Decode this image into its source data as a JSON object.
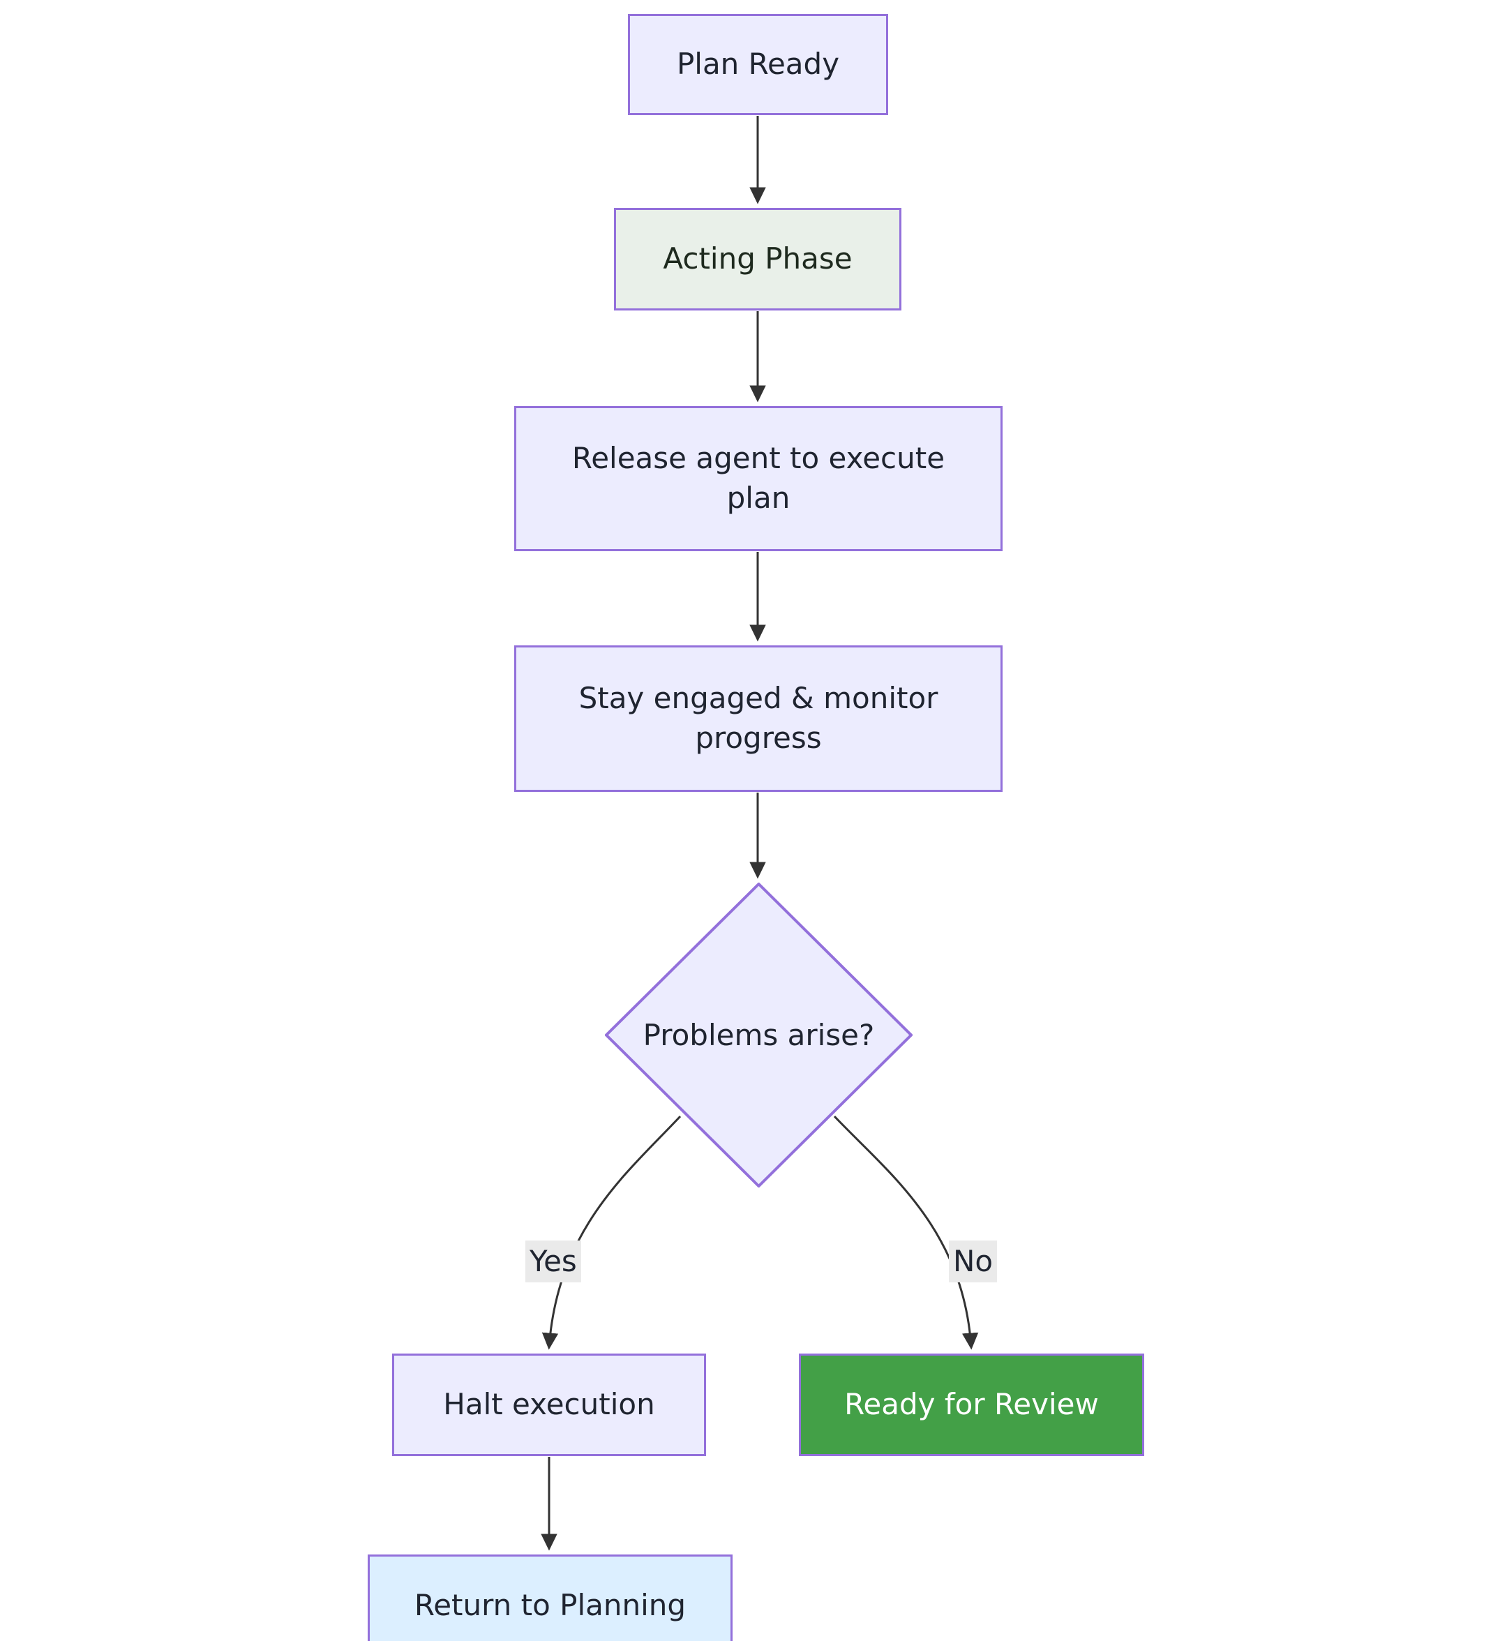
{
  "diagram": {
    "type": "flowchart",
    "direction": "top-down",
    "background_color": "#ffffff",
    "default_node_fill": "#ececfe",
    "default_node_border": "#9370DB",
    "edge_color": "#333333",
    "nodes": [
      {
        "id": "plan-ready",
        "label": "Plan Ready",
        "shape": "rectangle",
        "fill": "#ececfe",
        "border": "#9370DB",
        "text_color": "#1f2430"
      },
      {
        "id": "acting-phase",
        "label": "Acting Phase",
        "shape": "rectangle",
        "fill": "#e9f0e9",
        "border": "#9370DB",
        "text_color": "#1e2a1e"
      },
      {
        "id": "release-agent",
        "label": "Release agent to execute\nplan",
        "shape": "rectangle",
        "fill": "#ececfe",
        "border": "#9370DB",
        "text_color": "#1f2430"
      },
      {
        "id": "stay-engaged",
        "label": "Stay engaged & monitor\nprogress",
        "shape": "rectangle",
        "fill": "#ececfe",
        "border": "#9370DB",
        "text_color": "#1f2430"
      },
      {
        "id": "problems-arise",
        "label": "Problems arise?",
        "shape": "diamond",
        "fill": "#ececfe",
        "border": "#9370DB",
        "text_color": "#1f2430"
      },
      {
        "id": "halt-execution",
        "label": "Halt execution",
        "shape": "rectangle",
        "fill": "#ececfe",
        "border": "#9370DB",
        "text_color": "#1f2430"
      },
      {
        "id": "ready-review",
        "label": "Ready for Review",
        "shape": "rectangle",
        "fill": "#43a047",
        "border": "#9370DB",
        "text_color": "#ffffff"
      },
      {
        "id": "return-planning",
        "label": "Return to Planning",
        "shape": "rectangle",
        "fill": "#dcefff",
        "border": "#9370DB",
        "text_color": "#1f2430"
      }
    ],
    "edges": [
      {
        "from": "plan-ready",
        "to": "acting-phase",
        "label": ""
      },
      {
        "from": "acting-phase",
        "to": "release-agent",
        "label": ""
      },
      {
        "from": "release-agent",
        "to": "stay-engaged",
        "label": ""
      },
      {
        "from": "stay-engaged",
        "to": "problems-arise",
        "label": ""
      },
      {
        "from": "problems-arise",
        "to": "halt-execution",
        "label": "Yes"
      },
      {
        "from": "problems-arise",
        "to": "ready-review",
        "label": "No"
      },
      {
        "from": "halt-execution",
        "to": "return-planning",
        "label": ""
      }
    ],
    "edge_labels": {
      "yes": "Yes",
      "no": "No"
    }
  }
}
